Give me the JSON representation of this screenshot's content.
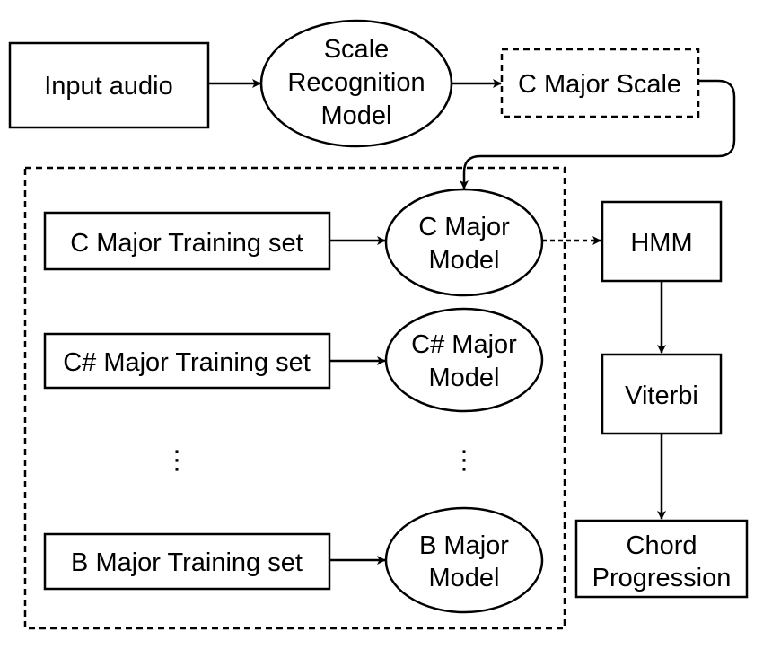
{
  "nodes": {
    "input_audio": "Input audio",
    "scale_recognition": [
      "Scale",
      "Recognition",
      "Model"
    ],
    "c_major_scale": "C Major Scale",
    "c_training": "C Major Training set",
    "c_model": [
      "C Major",
      "Model"
    ],
    "cs_training": "C# Major Training set",
    "cs_model": [
      "C# Major",
      "Model"
    ],
    "b_training": "B Major Training set",
    "b_model": [
      "B Major",
      "Model"
    ],
    "hmm": "HMM",
    "viterbi": "Viterbi",
    "chord_progression": [
      "Chord",
      "Progression"
    ],
    "ellipsis": "⋮"
  }
}
